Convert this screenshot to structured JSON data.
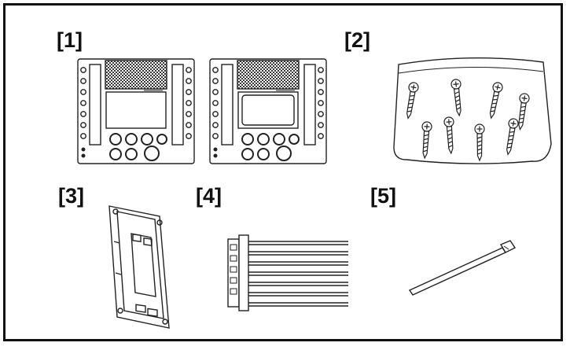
{
  "figure": {
    "items": [
      {
        "label": "[1]",
        "name": "intercom-monitor-units"
      },
      {
        "label": "[2]",
        "name": "screw-bag"
      },
      {
        "label": "[3]",
        "name": "mounting-bracket"
      },
      {
        "label": "[4]",
        "name": "wire-connector"
      },
      {
        "label": "[5]",
        "name": "cable-tie"
      }
    ]
  }
}
